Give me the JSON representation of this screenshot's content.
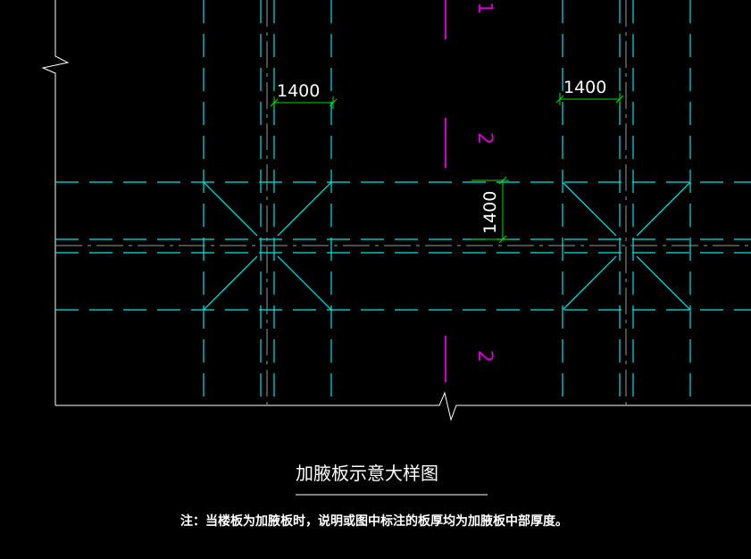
{
  "drawing": {
    "dimensions": {
      "top_left": "1400",
      "top_right": "1400",
      "vertical": "1400"
    },
    "section_marks": {
      "top": "1",
      "middle": "2",
      "bottom": "2"
    },
    "title": "加腋板示意大样图",
    "note": "注：当楼板为加腋板时，说明或图中标注的板厚均为加腋板中部厚度。"
  },
  "colors": {
    "background": "#000000",
    "outline": "#ffffff",
    "haunch": "#00e5e5",
    "axis": "#9a9a9a",
    "dimension": "#00e000",
    "section": "#d000d0",
    "text": "#ffffff"
  }
}
